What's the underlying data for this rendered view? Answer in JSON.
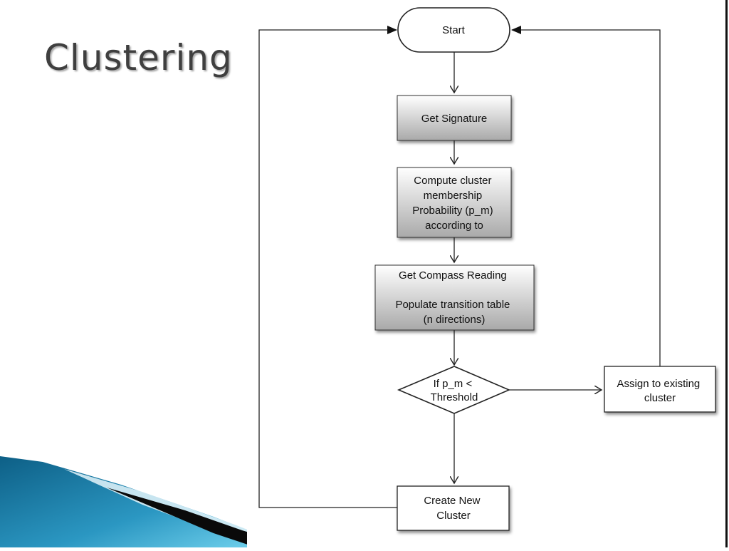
{
  "slide": {
    "title": "Clustering"
  },
  "flowchart": {
    "start": "Start",
    "get_signature": "Get Signature",
    "compute": [
      "Compute cluster",
      "membership",
      "Probability (p_m)",
      "according to"
    ],
    "compass": [
      "Get Compass Reading",
      "",
      "Populate transition table",
      "(n directions)"
    ],
    "decision": [
      "If p_m <",
      "Threshold"
    ],
    "assign": [
      "Assign to existing",
      "cluster"
    ],
    "create": [
      "Create New",
      "Cluster"
    ]
  },
  "colors": {
    "accent_dark": "#0d5f86",
    "accent_light": "#5fc4e2",
    "node_fill_top": "#ffffff",
    "node_fill_bottom": "#a9a9a9",
    "line": "#222222"
  }
}
